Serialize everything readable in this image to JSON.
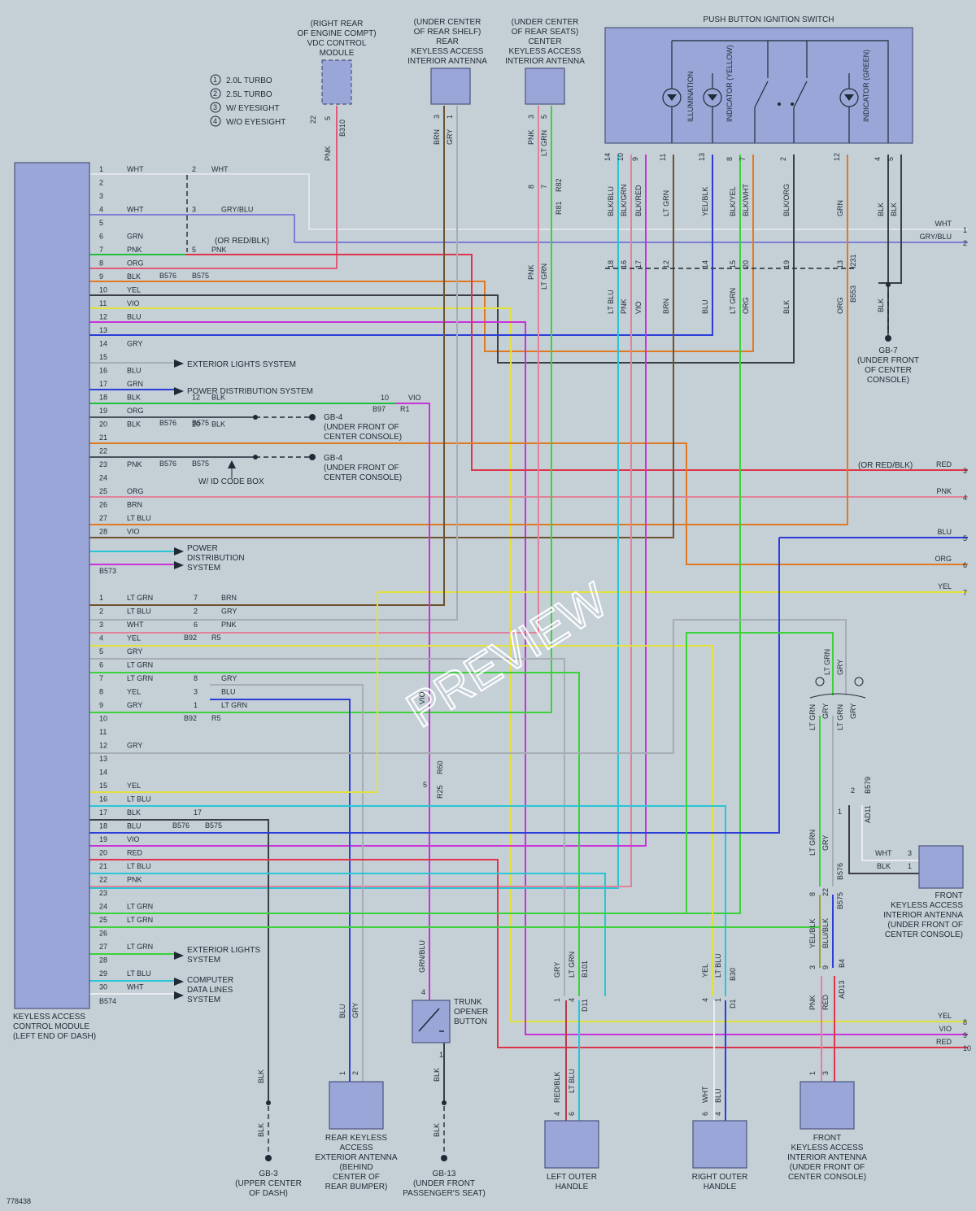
{
  "diagram_id": "778438",
  "watermark": "PREVIEW",
  "legend": [
    {
      "num": "1",
      "text": "2.0L TURBO"
    },
    {
      "num": "2",
      "text": "2.5L TURBO"
    },
    {
      "num": "3",
      "text": "W/ EYESIGHT"
    },
    {
      "num": "4",
      "text": "W/O EYESIGHT"
    }
  ],
  "components": {
    "kacm": [
      "KEYLESS ACCESS",
      "CONTROL MODULE",
      "(LEFT END OF DASH)"
    ],
    "vdc": [
      "(RIGHT REAR",
      "OF ENGINE COMPT)",
      "VDC CONTROL",
      "MODULE"
    ],
    "rear_interior": [
      "(UNDER CENTER",
      "OF REAR SHELF)",
      "REAR",
      "KEYLESS ACCESS",
      "INTERIOR ANTENNA"
    ],
    "center_interior": [
      "(UNDER CENTER",
      "OF REAR SEATS)",
      "CENTER",
      "KEYLESS ACCESS",
      "INTERIOR ANTENNA"
    ],
    "ignition": "PUSH BUTTON IGNITION SWITCH",
    "ign_labels": [
      "ILLUMINATION",
      "INDICATOR (YELLOW)",
      "INDICATOR (GREEN)"
    ],
    "front_interior_right": [
      "FRONT",
      "KEYLESS ACCESS",
      "INTERIOR ANTENNA",
      "(UNDER FRONT OF",
      "CENTER CONSOLE)"
    ],
    "front_interior_bottom": [
      "FRONT",
      "KEYLESS ACCESS",
      "INTERIOR ANTENNA",
      "(UNDER FRONT OF",
      "CENTER CONSOLE)"
    ],
    "rear_exterior": [
      "REAR KEYLESS",
      "ACCESS",
      "EXTERIOR ANTENNA",
      "(BEHIND",
      "CENTER OF",
      "REAR BUMPER)"
    ],
    "trunk": [
      "TRUNK",
      "OPENER",
      "BUTTON"
    ],
    "left_handle": [
      "LEFT OUTER",
      "HANDLE"
    ],
    "right_handle": [
      "RIGHT OUTER",
      "HANDLE"
    ]
  },
  "grounds": {
    "gb7": [
      "GB-7",
      "(UNDER FRONT",
      "OF CENTER",
      "CONSOLE)"
    ],
    "gb4a": [
      "GB-4",
      "(UNDER FRONT OF",
      "CENTER CONSOLE)"
    ],
    "gb4b": [
      "GB-4",
      "(UNDER FRONT OF",
      "CENTER CONSOLE)"
    ],
    "gb3": [
      "GB-3",
      "(UPPER CENTER",
      "OF DASH)"
    ],
    "gb13": [
      "GB-13",
      "(UNDER FRONT",
      "PASSENGER'S SEAT)"
    ]
  },
  "refs": {
    "ext_lights": "EXTERIOR LIGHTS SYSTEM",
    "power_dist": "POWER DISTRIBUTION SYSTEM",
    "power_dist_ml": [
      "POWER",
      "DISTRIBUTION",
      "SYSTEM"
    ],
    "ext_lights_ml": [
      "EXTERIOR LIGHTS",
      "SYSTEM"
    ],
    "computer_ml": [
      "COMPUTER",
      "DATA LINES",
      "SYSTEM"
    ],
    "id_code": "W/ ID CODE BOX",
    "or_red_blk": "(OR RED/BLK)"
  },
  "connectors": {
    "b576": "B576",
    "b575": "B575",
    "b573": "B573",
    "b574": "B574",
    "b92": "B92",
    "r5": "R5",
    "b97": "B97",
    "r1": "R1",
    "b310": "B310",
    "r81": "R81",
    "r82": "R82",
    "b553": "B553",
    "i231": "I231",
    "r60": "R60",
    "r25": "R25",
    "b579": "B579",
    "ad11": "AD11",
    "b101": "B101",
    "d11": "D11",
    "b30": "B30",
    "d1": "D1",
    "b4": "B4",
    "ad13": "AD13"
  },
  "top_connector": [
    {
      "num": "1",
      "color": "WHT",
      "mate": "2",
      "mate_color": "WHT"
    },
    {
      "num": "2",
      "color": ""
    },
    {
      "num": "3",
      "color": ""
    },
    {
      "num": "4",
      "color": "WHT",
      "mate": "3",
      "mate_color": "GRY/BLU"
    },
    {
      "num": "5",
      "color": ""
    },
    {
      "num": "6",
      "color": "GRN"
    },
    {
      "num": "7",
      "color": "PNK",
      "mate": "5",
      "mate_color": "PNK"
    },
    {
      "num": "8",
      "color": "ORG"
    },
    {
      "num": "9",
      "color": "BLK"
    },
    {
      "num": "10",
      "color": "YEL"
    },
    {
      "num": "11",
      "color": "VIO"
    },
    {
      "num": "12",
      "color": "BLU"
    },
    {
      "num": "13",
      "color": ""
    },
    {
      "num": "14",
      "color": "GRY"
    },
    {
      "num": "15",
      "color": ""
    },
    {
      "num": "16",
      "color": "BLU"
    },
    {
      "num": "17",
      "color": "GRN"
    },
    {
      "num": "18",
      "color": "BLK",
      "mate": "12",
      "mate_color": "BLK"
    },
    {
      "num": "19",
      "color": "ORG"
    },
    {
      "num": "20",
      "color": "BLK",
      "mate": "20",
      "mate_color": "BLK"
    },
    {
      "num": "21",
      "color": ""
    },
    {
      "num": "22",
      "color": ""
    },
    {
      "num": "23",
      "color": "PNK"
    },
    {
      "num": "24",
      "color": ""
    },
    {
      "num": "25",
      "color": "ORG"
    },
    {
      "num": "26",
      "color": "BRN"
    },
    {
      "num": "27",
      "color": "LT BLU"
    },
    {
      "num": "28",
      "color": "VIO"
    }
  ],
  "bottom_connector": [
    {
      "num": "1",
      "color": "LT GRN",
      "mate": "7",
      "mate_color": "BRN"
    },
    {
      "num": "2",
      "color": "LT BLU",
      "mate": "2",
      "mate_color": "GRY"
    },
    {
      "num": "3",
      "color": "WHT",
      "mate": "6",
      "mate_color": "PNK"
    },
    {
      "num": "4",
      "color": "YEL"
    },
    {
      "num": "5",
      "color": "GRY"
    },
    {
      "num": "6",
      "color": "LT GRN"
    },
    {
      "num": "7",
      "color": "LT GRN",
      "mate": "8",
      "mate_color": "GRY"
    },
    {
      "num": "8",
      "color": "YEL",
      "mate": "3",
      "mate_color": "BLU"
    },
    {
      "num": "9",
      "color": "GRY",
      "mate": "1",
      "mate_color": "LT GRN"
    },
    {
      "num": "10",
      "color": ""
    },
    {
      "num": "11",
      "color": ""
    },
    {
      "num": "12",
      "color": "GRY"
    },
    {
      "num": "13",
      "color": ""
    },
    {
      "num": "14",
      "color": ""
    },
    {
      "num": "15",
      "color": "YEL"
    },
    {
      "num": "16",
      "color": "LT BLU"
    },
    {
      "num": "17",
      "color": "BLK",
      "mate": "17",
      "mate_color": ""
    },
    {
      "num": "18",
      "color": "BLU"
    },
    {
      "num": "19",
      "color": "VIO"
    },
    {
      "num": "20",
      "color": "RED"
    },
    {
      "num": "21",
      "color": "LT BLU"
    },
    {
      "num": "22",
      "color": "PNK"
    },
    {
      "num": "23",
      "color": ""
    },
    {
      "num": "24",
      "color": "LT GRN"
    },
    {
      "num": "25",
      "color": "LT GRN"
    },
    {
      "num": "26",
      "color": ""
    },
    {
      "num": "27",
      "color": "LT GRN"
    },
    {
      "num": "28",
      "color": ""
    },
    {
      "num": "29",
      "color": "LT BLU"
    },
    {
      "num": "30",
      "color": "WHT"
    }
  ],
  "right_edge": [
    {
      "num": "1",
      "color": "WHT"
    },
    {
      "num": "2",
      "color": "GRY/BLU"
    },
    {
      "num": "3",
      "color": "RED"
    },
    {
      "num": "4",
      "color": "PNK"
    },
    {
      "num": "5",
      "color": "BLU"
    },
    {
      "num": "6",
      "color": "ORG"
    },
    {
      "num": "7",
      "color": "YEL"
    },
    {
      "num": "8",
      "color": "YEL"
    },
    {
      "num": "9",
      "color": "VIO"
    },
    {
      "num": "10",
      "color": "RED"
    }
  ],
  "ign_pins": [
    {
      "pin": "14",
      "color": "BLK/BLU",
      "mate": "18",
      "mate_color": "LT BLU"
    },
    {
      "pin": "10",
      "color": "BLK/GRN",
      "mate": "16",
      "mate_color": "PNK"
    },
    {
      "pin": "9",
      "color": "BLK/RED",
      "mate": "17",
      "mate_color": "VIO"
    },
    {
      "pin": "11",
      "color": "LT GRN",
      "mate": "12",
      "mate_color": "BRN"
    },
    {
      "pin": "13",
      "color": "YEL/BLK",
      "mate": "14",
      "mate_color": "BLU"
    },
    {
      "pin": "8",
      "color": "BLK/YEL",
      "mate": "15",
      "mate_color": "LT GRN"
    },
    {
      "pin": "7",
      "color": "BLK/WHT",
      "mate": "20",
      "mate_color": "ORG"
    },
    {
      "pin": "2",
      "color": "BLK/ORG",
      "mate": "19",
      "mate_color": "BLK"
    },
    {
      "pin": "12",
      "color": "GRN",
      "mate": "13",
      "mate_color": "ORG"
    },
    {
      "pin": "4",
      "color": "BLK"
    },
    {
      "pin": "5",
      "color": "BLK"
    }
  ],
  "wire_labels": {
    "vdc": [
      "22",
      "5",
      "PNK"
    ],
    "rear_ant": [
      "3",
      "1",
      "BRN",
      "GRY"
    ],
    "center_ant": [
      "3",
      "5",
      "PNK",
      "LT GRN",
      "8",
      "7",
      "PNK",
      "LT GRN"
    ],
    "gb7_blk": "BLK",
    "vio": "VIO",
    "r1_pin": "10",
    "r60_pin": "5",
    "trunk": [
      "4",
      "1",
      "GRN/BLU",
      "BLK",
      "BLK"
    ],
    "gb3_blk": [
      "BLK",
      "BLK"
    ],
    "rear_ext": [
      "BLU",
      "GRY",
      "1",
      "2"
    ],
    "left_handle": [
      "GRY",
      "LT GRN",
      "1",
      "4",
      "RED/BLK",
      "LT BLU",
      "4",
      "6"
    ],
    "right_handle": [
      "YEL",
      "LT BLU",
      "4",
      "1",
      "WHT",
      "BLU",
      "6",
      "4"
    ],
    "front_bottom": [
      "YEL/BLK",
      "BLU/BLK",
      "3",
      "9",
      "PNK",
      "RED",
      "1",
      "3"
    ],
    "front_right": [
      "WHT",
      "BLK",
      "3",
      "1"
    ],
    "variants": [
      "LT GRN",
      "GRY",
      "LT GRN",
      "GRY",
      "LT GRN",
      "GRY",
      "1",
      "2",
      "LT GRN",
      "GRY",
      "8",
      "22"
    ]
  }
}
